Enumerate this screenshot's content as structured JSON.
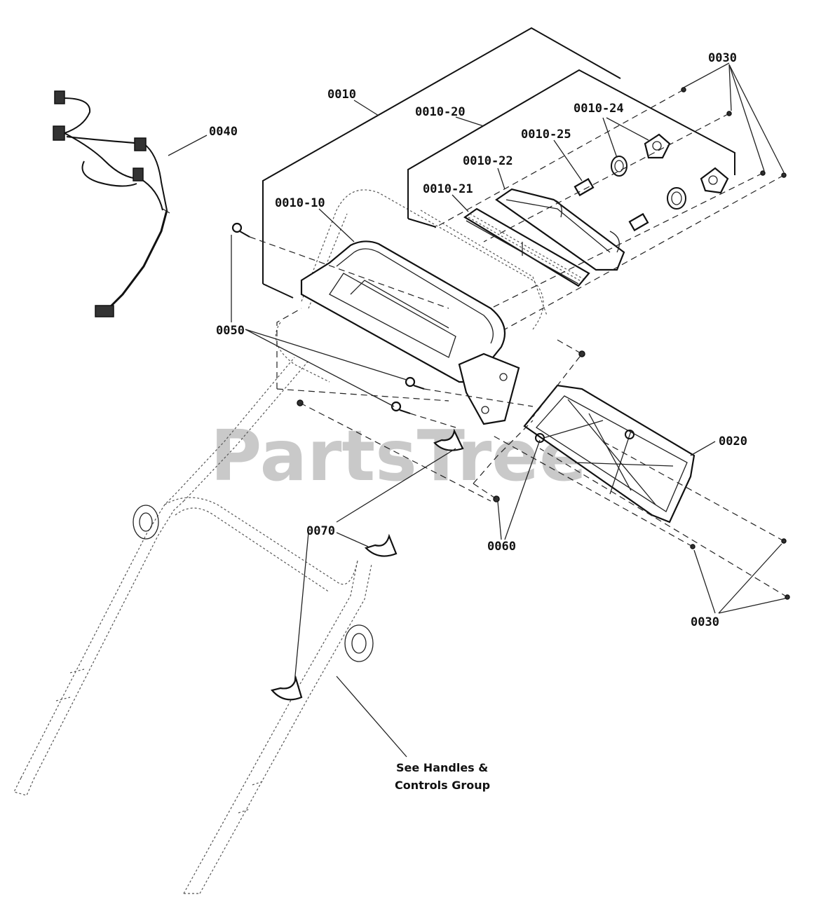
{
  "callouts": {
    "c0010": "0010",
    "c0010_20": "0010-20",
    "c0010_24": "0010-24",
    "c0010_25": "0010-25",
    "c0010_22": "0010-22",
    "c0010_21": "0010-21",
    "c0010_10": "0010-10",
    "c0030_top": "0030",
    "c0040": "0040",
    "c0050": "0050",
    "c0020": "0020",
    "c0070": "0070",
    "c0060": "0060",
    "c0030_bottom": "0030"
  },
  "note": {
    "line1": "See Handles &",
    "line2": "Controls Group"
  },
  "watermark": "PartsTree"
}
